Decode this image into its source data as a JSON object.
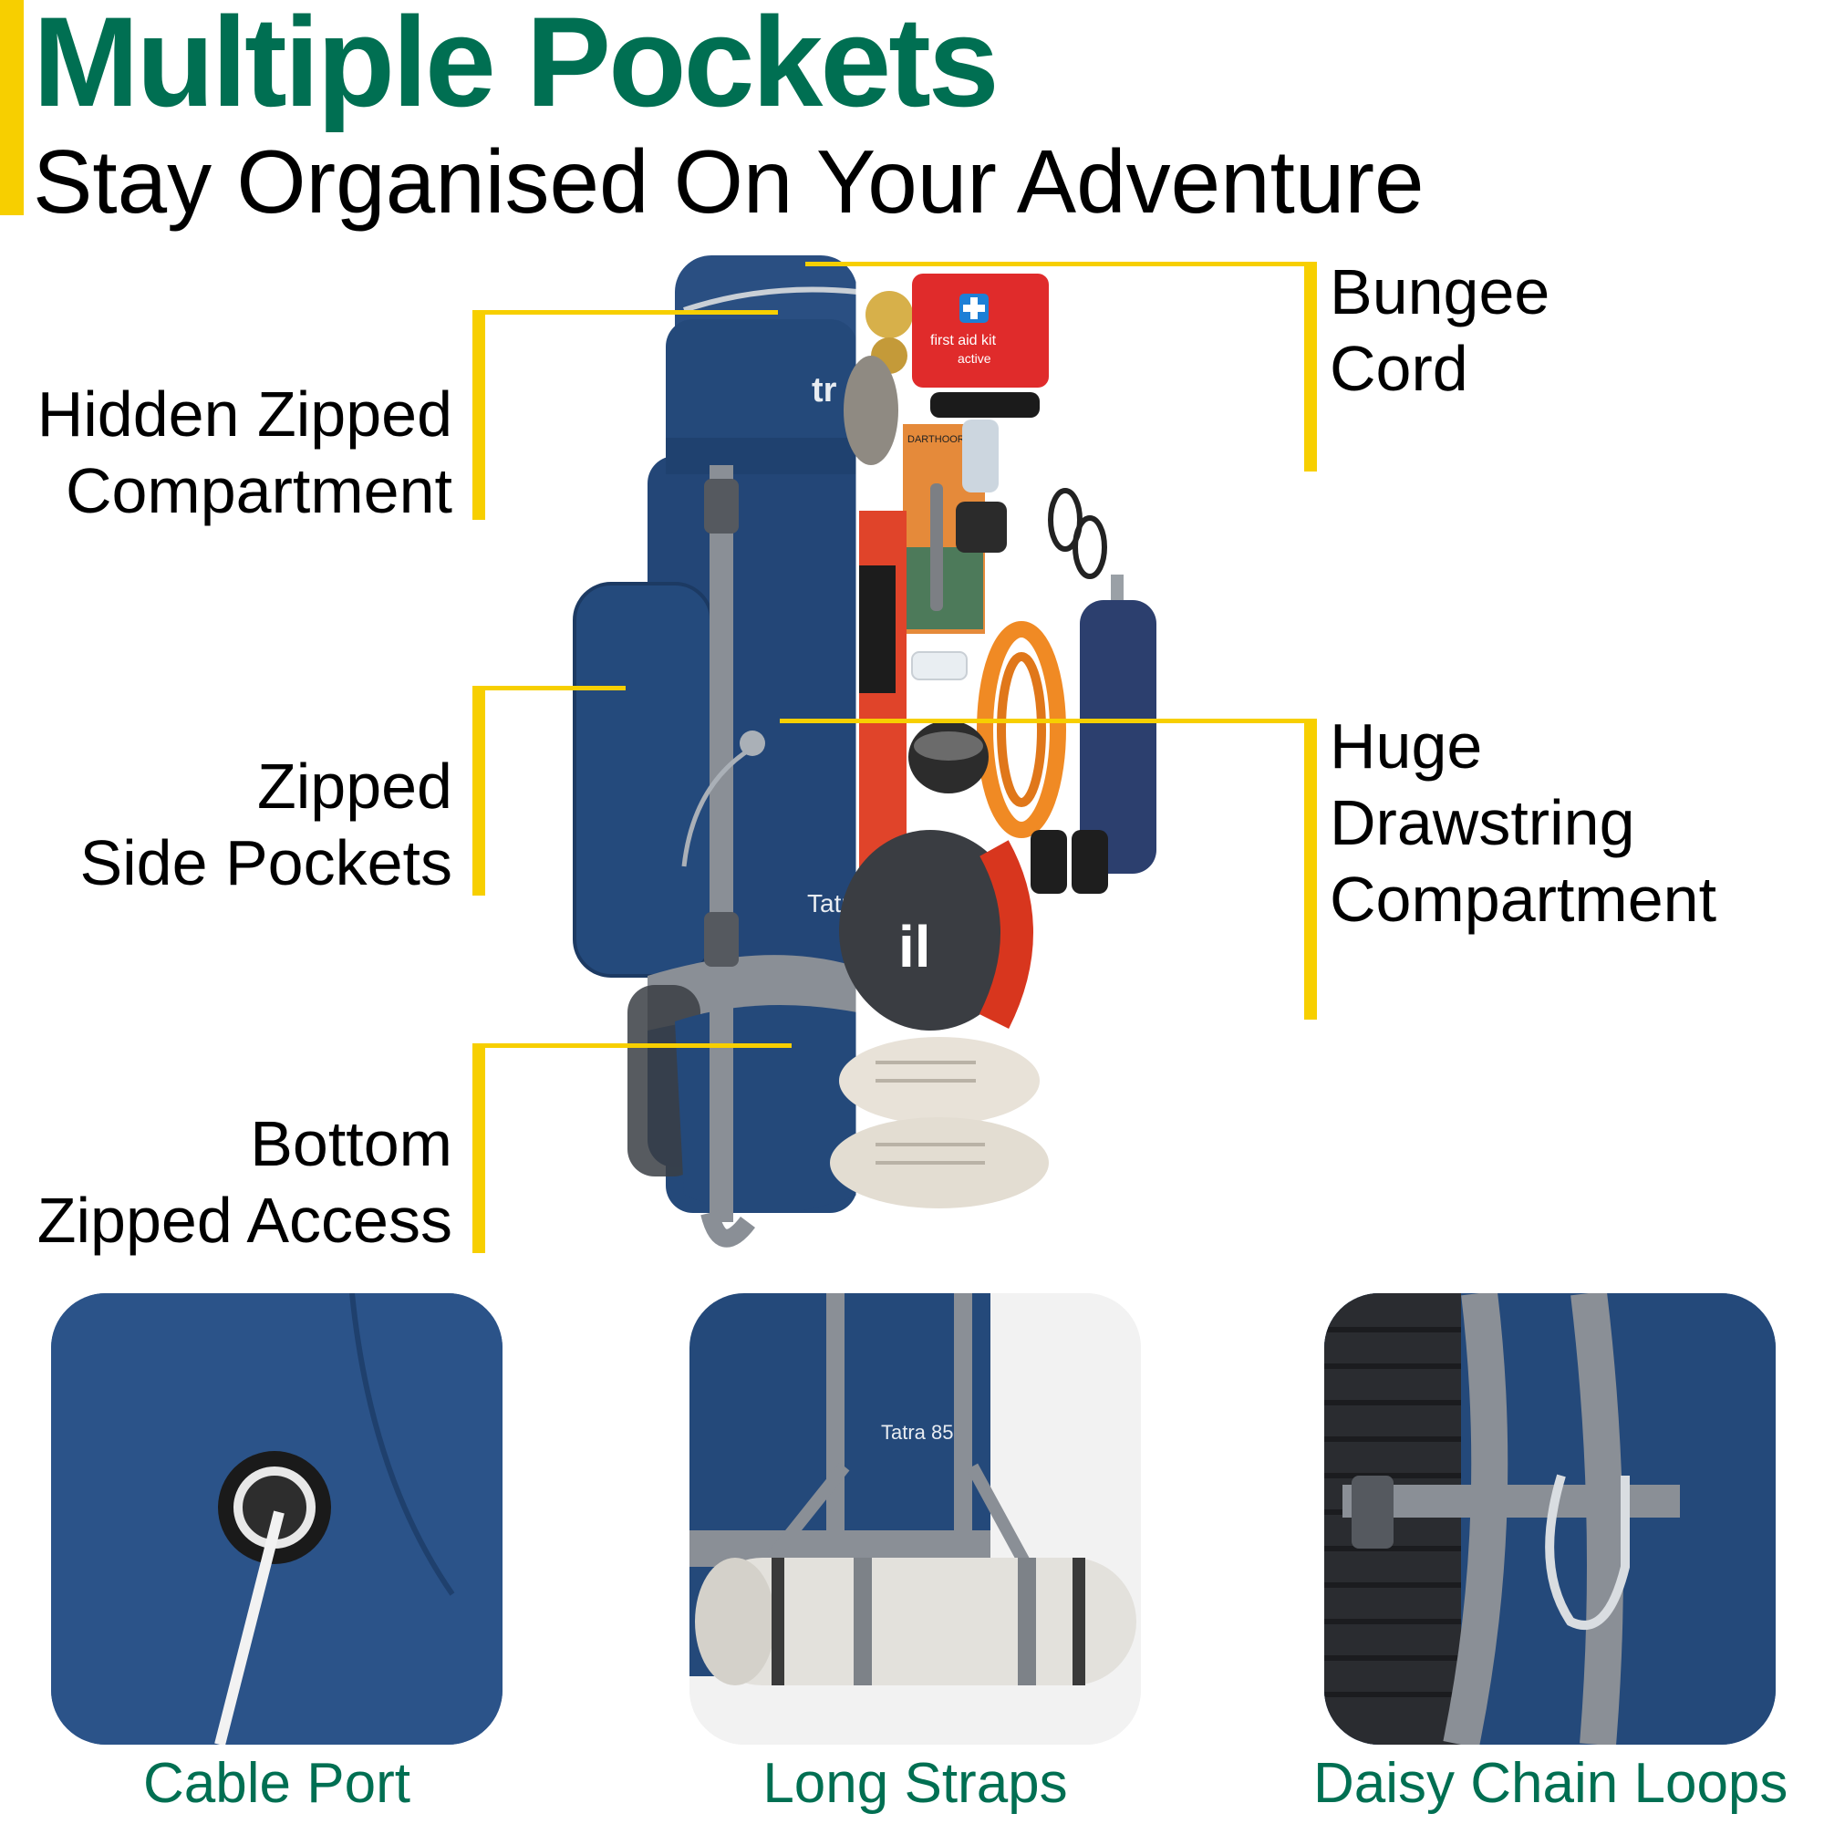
{
  "header": {
    "title": "Multiple Pockets",
    "subtitle": "Stay Organised On Your Adventure"
  },
  "callouts": {
    "hidden_zipped": {
      "line1": "Hidden Zipped",
      "line2": "Compartment"
    },
    "side_pockets": {
      "line1": "Zipped",
      "line2": "Side Pockets"
    },
    "bottom_access": {
      "line1": "Bottom",
      "line2": "Zipped Access"
    },
    "bungee": {
      "line1": "Bungee",
      "line2": "Cord"
    },
    "drawstring": {
      "line1": "Huge",
      "line2": "Drawstring",
      "line3": "Compartment"
    }
  },
  "product": {
    "brand_mark": "tr",
    "model_side": "Tatra",
    "model_strap": "Tatra 85",
    "first_aid": "first aid kit",
    "first_aid_brand": "active",
    "sleeping_bag_brand": "il",
    "map_label": "DARTHOOR"
  },
  "panels": [
    {
      "caption": "Cable Port"
    },
    {
      "caption": "Long Straps"
    },
    {
      "caption": "Daisy Chain Loops"
    }
  ],
  "colors": {
    "accent": "#f7cf00",
    "title_green": "#006f52",
    "pack_navy": "#24497a",
    "strap_grey": "#8a8f96"
  }
}
